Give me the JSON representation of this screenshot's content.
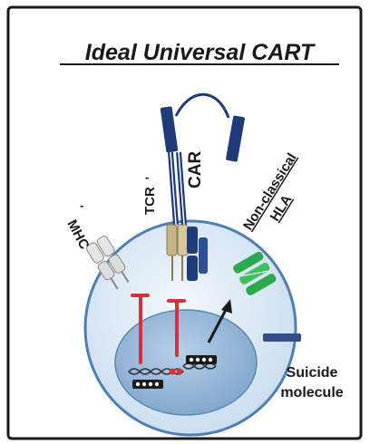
{
  "title": "Ideal Universal CART",
  "labels": {
    "mhc": "MHC",
    "mhc_suffix": "-",
    "tcr": "TCR",
    "tcr_suffix": "-",
    "car": "CAR",
    "hla_line1": "Non-classical",
    "hla_line2": "HLA",
    "suicide_line1": "Suicide",
    "suicide_line2": "molecule"
  },
  "colors": {
    "frame": "#1a1a1a",
    "cell_fill": "#dce9f5",
    "cell_stroke": "#4e7fb5",
    "nucleus_fill": "#9dbddb",
    "car_blue": "#1f3b78",
    "tcr_tan": "#c7b58a",
    "hla_green": "#2ea84e",
    "inhibit_red": "#d0343a",
    "suicide_blue": "#2f4f86"
  },
  "icons": {
    "mhc": "mhc-complex-icon",
    "tcr": "tcr-complex-icon",
    "car": "car-receptor-icon",
    "hla": "hla-molecule-icon",
    "suicide": "suicide-molecule-icon",
    "dna": "dna-strand-icon"
  }
}
